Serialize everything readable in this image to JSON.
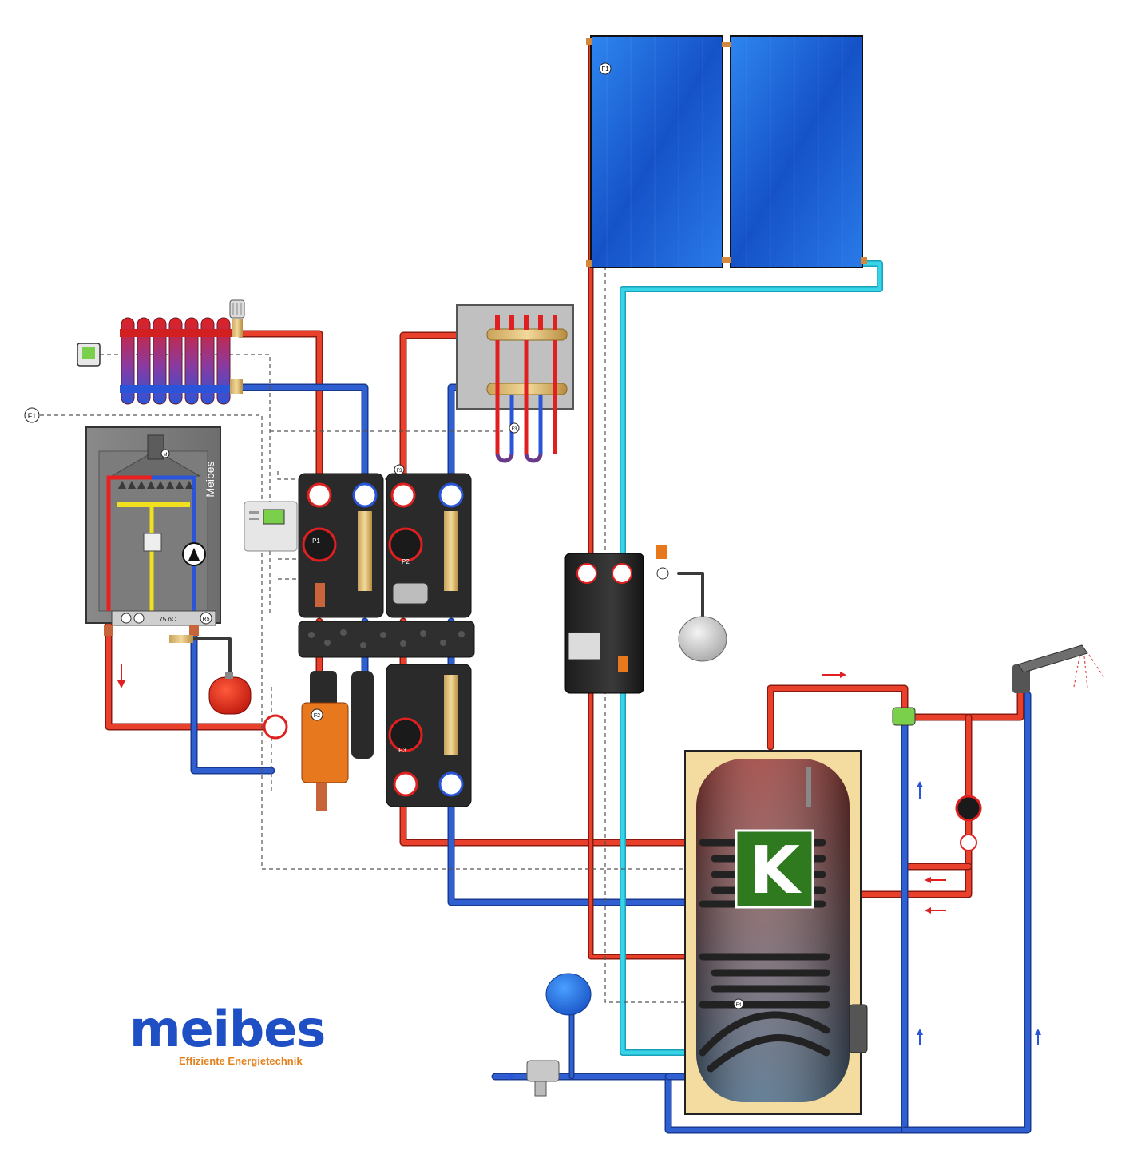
{
  "brand": {
    "logo_text": "meibes",
    "tagline": "Effiziente Energietechnik"
  },
  "boiler": {
    "brand_label": "Meibes",
    "display_temp": "75 oC",
    "marker_m": "M",
    "marker_r5": "R5"
  },
  "sensors": {
    "f1_left": "F1",
    "f1_collector": "F1",
    "f2": "F2",
    "f3_upper": "F3",
    "f3_floor": "F3",
    "f4": "F4"
  },
  "pumps": {
    "p1": "P1",
    "p2": "P2",
    "p3": "P3"
  },
  "tank_badge": {
    "letter": "K"
  },
  "colors": {
    "hot": "#e8402a",
    "cold": "#2f5fd0",
    "solar_return": "#37d4e8",
    "collector": "#1c66e0",
    "brand_blue": "#1f4fc4",
    "brand_orange": "#e4821f",
    "badge_green": "#2f7a1f"
  },
  "icons": [
    "radiator-icon",
    "thermostat-icon",
    "controller-icon",
    "expansion-vessel-icon",
    "faucet-icon",
    "flow-arrow-icon"
  ]
}
